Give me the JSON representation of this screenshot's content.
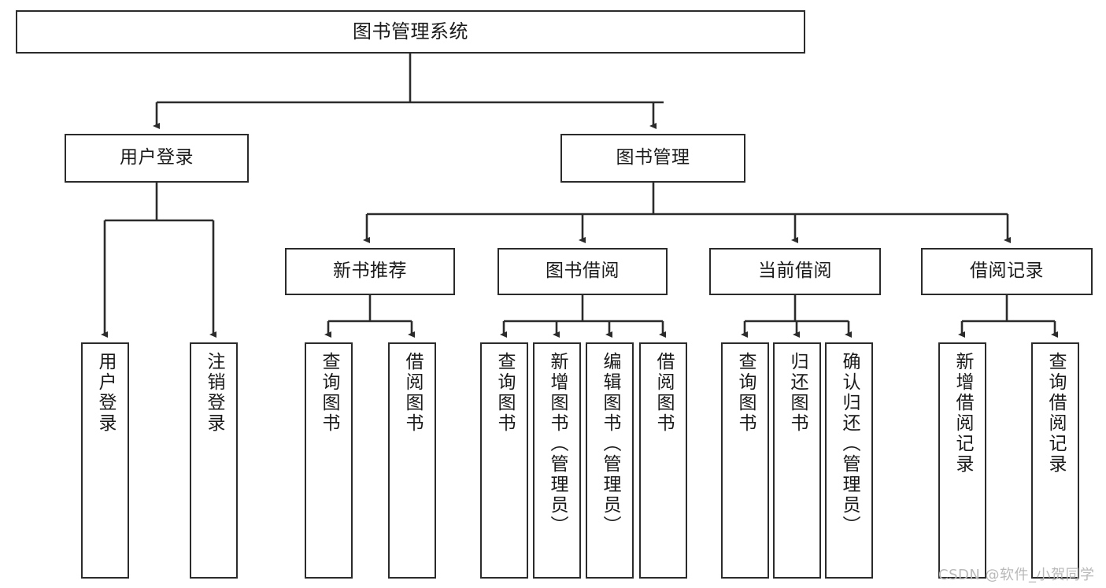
{
  "diagram": {
    "title": "图书管理系统",
    "type": "tree-hierarchy-diagram",
    "colors": {
      "box_border": "#2b2b2b",
      "box_fill": "#ffffff",
      "connector": "#2b2b2b",
      "watermark": "#b9b9b9",
      "background": "#ffffff"
    },
    "root": {
      "label": "图书管理系统"
    },
    "level2": [
      {
        "label": "用户登录"
      },
      {
        "label": "图书管理"
      }
    ],
    "level3": [
      {
        "label": "新书推荐"
      },
      {
        "label": "图书借阅"
      },
      {
        "label": "当前借阅"
      },
      {
        "label": "借阅记录"
      }
    ],
    "leaves": {
      "user_login": [
        {
          "label": "用户登录"
        },
        {
          "label": "注销登录"
        }
      ],
      "new_book_recommend": [
        {
          "label": "查询图书"
        },
        {
          "label": "借阅图书"
        }
      ],
      "book_borrow": [
        {
          "label": "查询图书"
        },
        {
          "label": "新增图书（管理员）"
        },
        {
          "label": "编辑图书（管理员）"
        },
        {
          "label": "借阅图书"
        }
      ],
      "current_borrow": [
        {
          "label": "查询图书"
        },
        {
          "label": "归还图书"
        },
        {
          "label": "确认归还（管理员）"
        }
      ],
      "borrow_record": [
        {
          "label": "新增借阅记录"
        },
        {
          "label": "查询借阅记录"
        }
      ]
    },
    "watermark": "CSDN @软件_小贺同学"
  }
}
